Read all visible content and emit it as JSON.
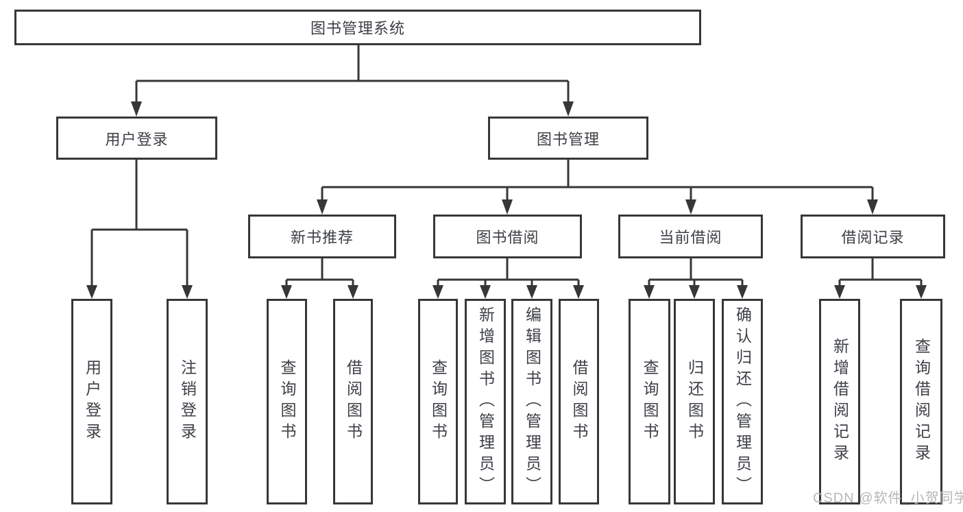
{
  "diagram": {
    "watermark": "CSDN @软件_小贺同学",
    "colors": {
      "line": "#373737",
      "text": "#3d4046",
      "background": "#ffffff",
      "watermark": "#b7b7b7"
    },
    "tree": {
      "label": "图书管理系统",
      "children": [
        {
          "label": "用户登录",
          "children": [
            {
              "label": "用户登录"
            },
            {
              "label": "注销登录"
            }
          ]
        },
        {
          "label": "图书管理",
          "children": [
            {
              "label": "新书推荐",
              "children": [
                {
                  "label": "查询图书"
                },
                {
                  "label": "借阅图书"
                }
              ]
            },
            {
              "label": "图书借阅",
              "children": [
                {
                  "label": "查询图书"
                },
                {
                  "label": "新增图书（管理员）"
                },
                {
                  "label": "编辑图书（管理员）"
                },
                {
                  "label": "借阅图书"
                }
              ]
            },
            {
              "label": "当前借阅",
              "children": [
                {
                  "label": "查询图书"
                },
                {
                  "label": "归还图书"
                },
                {
                  "label": "确认归还（管理员）"
                }
              ]
            },
            {
              "label": "借阅记录",
              "children": [
                {
                  "label": "新增借阅记录"
                },
                {
                  "label": "查询借阅记录"
                }
              ]
            }
          ]
        }
      ]
    }
  }
}
